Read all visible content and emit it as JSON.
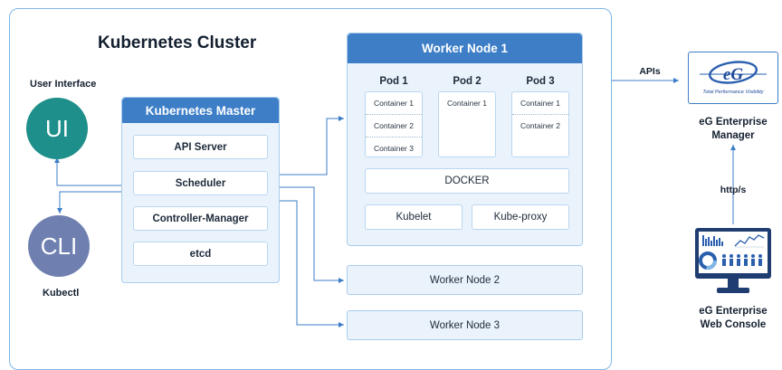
{
  "cluster": {
    "title": "Kubernetes Cluster",
    "user_interface_label": "User Interface",
    "ui_circle": "UI",
    "cli_circle": "CLI",
    "kubectl_label": "Kubectl"
  },
  "master": {
    "title": "Kubernetes Master",
    "components": [
      "API Server",
      "Scheduler",
      "Controller-Manager",
      "etcd"
    ]
  },
  "worker1": {
    "title": "Worker Node 1",
    "pods": [
      {
        "name": "Pod 1",
        "containers": [
          "Container 1",
          "Container 2",
          "Container 3"
        ]
      },
      {
        "name": "Pod 2",
        "containers": [
          "Container 1"
        ]
      },
      {
        "name": "Pod 3",
        "containers": [
          "Container 1",
          "Container 2"
        ]
      }
    ],
    "docker": "DOCKER",
    "kubelet": "Kubelet",
    "kube_proxy": "Kube-proxy"
  },
  "worker2": "Worker Node 2",
  "worker3": "Worker Node 3",
  "right": {
    "apis_label": "APIs",
    "logo_text": "eG",
    "logo_tagline": "Total Performance Visibility",
    "manager_line1": "eG Enterprise",
    "manager_line2": "Manager",
    "https_label": "http/s",
    "console_line1": "eG Enterprise",
    "console_line2": "Web Console"
  },
  "colors": {
    "accent": "#3d7ec7",
    "ui_circle": "#1e8f8a",
    "cli_circle": "#6e7fb0",
    "connector": "#3d7ec7"
  }
}
